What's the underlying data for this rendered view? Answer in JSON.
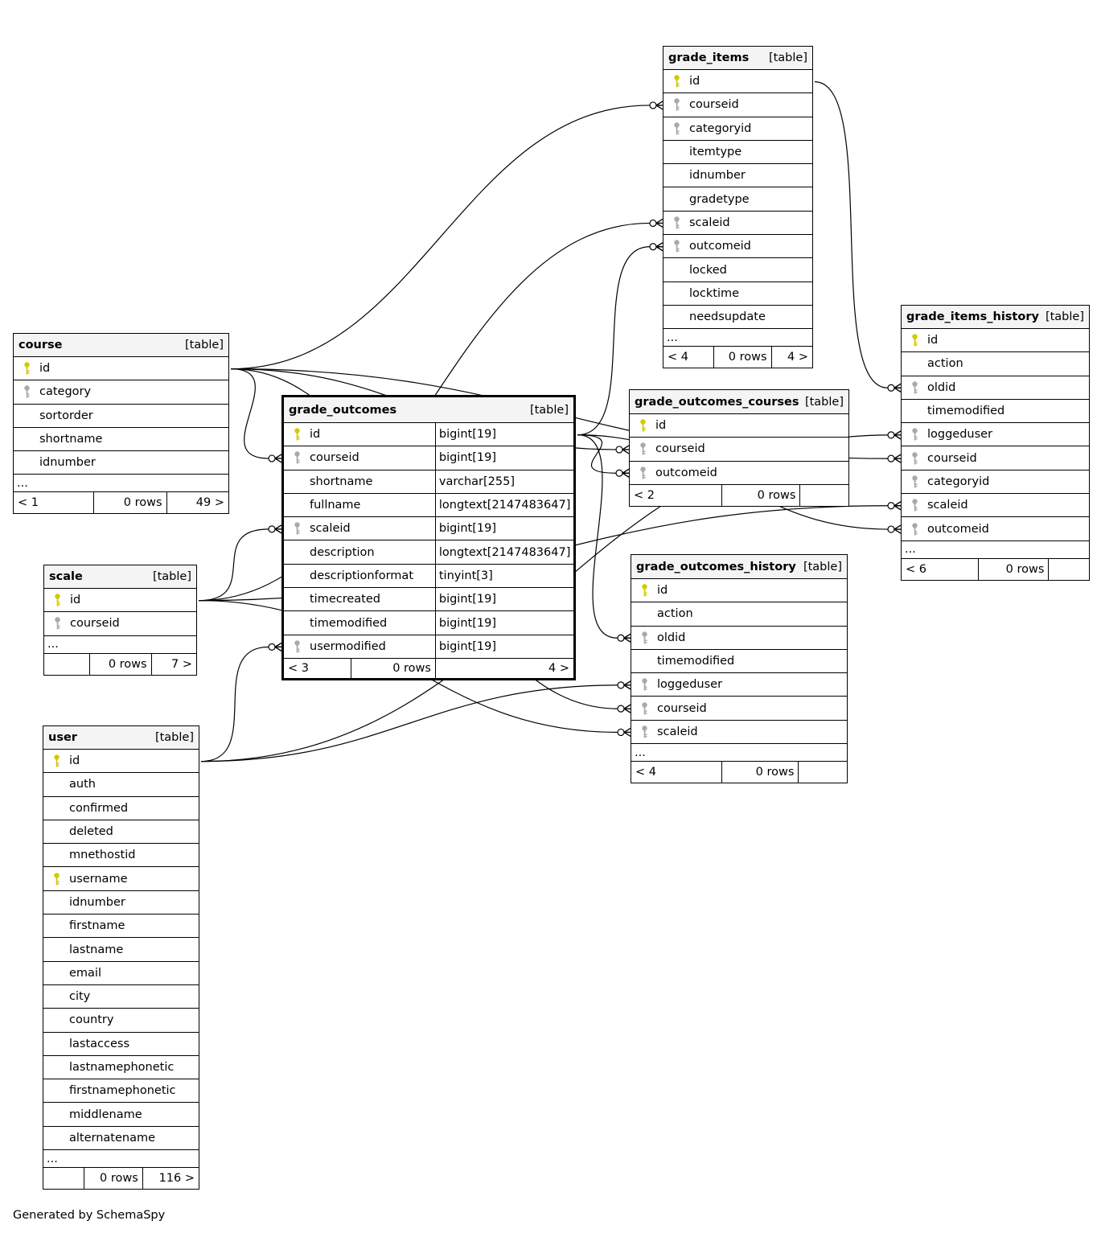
{
  "colors": {
    "primary_key": "#d4c800",
    "foreign_key": "#a9a9a9",
    "header_bg": "#f4f4f4",
    "line": "#000000"
  },
  "tables": [
    {
      "id": "grade_items",
      "name": "grade_items",
      "type": "[table]",
      "columns": [
        {
          "name": "id",
          "key": "primary-key-icon"
        },
        {
          "name": "courseid",
          "key": "foreign-key-icon"
        },
        {
          "name": "categoryid",
          "key": "foreign-key-icon"
        },
        {
          "name": "itemtype",
          "key": null
        },
        {
          "name": "idnumber",
          "key": null
        },
        {
          "name": "gradetype",
          "key": null
        },
        {
          "name": "scaleid",
          "key": "foreign-key-icon"
        },
        {
          "name": "outcomeid",
          "key": "foreign-key-icon"
        },
        {
          "name": "locked",
          "key": null
        },
        {
          "name": "locktime",
          "key": null
        },
        {
          "name": "needsupdate",
          "key": null
        }
      ],
      "more": "...",
      "footer": [
        "< 4",
        "0 rows",
        "4 >"
      ]
    },
    {
      "id": "course",
      "name": "course",
      "type": "[table]",
      "columns": [
        {
          "name": "id",
          "key": "primary-key-icon"
        },
        {
          "name": "category",
          "key": "foreign-key-icon"
        },
        {
          "name": "sortorder",
          "key": null
        },
        {
          "name": "shortname",
          "key": null
        },
        {
          "name": "idnumber",
          "key": null
        }
      ],
      "more": "...",
      "footer": [
        "< 1",
        "0 rows",
        "49 >"
      ]
    },
    {
      "id": "grade_outcomes",
      "name": "grade_outcomes",
      "type": "[table]",
      "focus": true,
      "columns": [
        {
          "name": "id",
          "key": "primary-key-icon",
          "dtype": "bigint[19]"
        },
        {
          "name": "courseid",
          "key": "foreign-key-icon",
          "dtype": "bigint[19]"
        },
        {
          "name": "shortname",
          "key": null,
          "dtype": "varchar[255]"
        },
        {
          "name": "fullname",
          "key": null,
          "dtype": "longtext[2147483647]"
        },
        {
          "name": "scaleid",
          "key": "foreign-key-icon",
          "dtype": "bigint[19]"
        },
        {
          "name": "description",
          "key": null,
          "dtype": "longtext[2147483647]"
        },
        {
          "name": "descriptionformat",
          "key": null,
          "dtype": "tinyint[3]"
        },
        {
          "name": "timecreated",
          "key": null,
          "dtype": "bigint[19]"
        },
        {
          "name": "timemodified",
          "key": null,
          "dtype": "bigint[19]"
        },
        {
          "name": "usermodified",
          "key": "foreign-key-icon",
          "dtype": "bigint[19]"
        }
      ],
      "more": "",
      "footer": [
        "< 3",
        "0 rows",
        "4 >"
      ]
    },
    {
      "id": "grade_outcomes_courses",
      "name": "grade_outcomes_courses",
      "type": "[table]",
      "columns": [
        {
          "name": "id",
          "key": "primary-key-icon"
        },
        {
          "name": "courseid",
          "key": "foreign-key-icon"
        },
        {
          "name": "outcomeid",
          "key": "foreign-key-icon"
        }
      ],
      "more": "",
      "footer": [
        "< 2",
        "0 rows",
        ""
      ]
    },
    {
      "id": "grade_items_history",
      "name": "grade_items_history",
      "type": "[table]",
      "columns": [
        {
          "name": "id",
          "key": "primary-key-icon"
        },
        {
          "name": "action",
          "key": null
        },
        {
          "name": "oldid",
          "key": "foreign-key-icon"
        },
        {
          "name": "timemodified",
          "key": null
        },
        {
          "name": "loggeduser",
          "key": "foreign-key-icon"
        },
        {
          "name": "courseid",
          "key": "foreign-key-icon"
        },
        {
          "name": "categoryid",
          "key": "foreign-key-icon"
        },
        {
          "name": "scaleid",
          "key": "foreign-key-icon"
        },
        {
          "name": "outcomeid",
          "key": "foreign-key-icon"
        }
      ],
      "more": "...",
      "footer": [
        "< 6",
        "0 rows",
        ""
      ]
    },
    {
      "id": "scale",
      "name": "scale",
      "type": "[table]",
      "columns": [
        {
          "name": "id",
          "key": "primary-key-icon"
        },
        {
          "name": "courseid",
          "key": "foreign-key-icon"
        }
      ],
      "more": "...",
      "footer": [
        "",
        "0 rows",
        "7 >"
      ]
    },
    {
      "id": "grade_outcomes_history",
      "name": "grade_outcomes_history",
      "type": "[table]",
      "columns": [
        {
          "name": "id",
          "key": "primary-key-icon"
        },
        {
          "name": "action",
          "key": null
        },
        {
          "name": "oldid",
          "key": "foreign-key-icon"
        },
        {
          "name": "timemodified",
          "key": null
        },
        {
          "name": "loggeduser",
          "key": "foreign-key-icon"
        },
        {
          "name": "courseid",
          "key": "foreign-key-icon"
        },
        {
          "name": "scaleid",
          "key": "foreign-key-icon"
        }
      ],
      "more": "...",
      "footer": [
        "< 4",
        "0 rows",
        ""
      ]
    },
    {
      "id": "user",
      "name": "user",
      "type": "[table]",
      "columns": [
        {
          "name": "id",
          "key": "primary-key-icon"
        },
        {
          "name": "auth",
          "key": null
        },
        {
          "name": "confirmed",
          "key": null
        },
        {
          "name": "deleted",
          "key": null
        },
        {
          "name": "mnethostid",
          "key": null
        },
        {
          "name": "username",
          "key": "primary-key-icon"
        },
        {
          "name": "idnumber",
          "key": null
        },
        {
          "name": "firstname",
          "key": null
        },
        {
          "name": "lastname",
          "key": null
        },
        {
          "name": "email",
          "key": null
        },
        {
          "name": "city",
          "key": null
        },
        {
          "name": "country",
          "key": null
        },
        {
          "name": "lastaccess",
          "key": null
        },
        {
          "name": "lastnamephonetic",
          "key": null
        },
        {
          "name": "firstnamephonetic",
          "key": null
        },
        {
          "name": "middlename",
          "key": null
        },
        {
          "name": "alternatename",
          "key": null
        }
      ],
      "more": "...",
      "footer": [
        "",
        "0 rows",
        "116 >"
      ]
    }
  ],
  "relationships": [
    {
      "from": "course.id",
      "to": "grade_items.courseid"
    },
    {
      "from": "course.id",
      "to": "grade_outcomes.courseid"
    },
    {
      "from": "course.id",
      "to": "grade_outcomes_courses.courseid"
    },
    {
      "from": "course.id",
      "to": "grade_items_history.courseid"
    },
    {
      "from": "course.id",
      "to": "grade_outcomes_history.courseid"
    },
    {
      "from": "scale.id",
      "to": "grade_items.scaleid"
    },
    {
      "from": "scale.id",
      "to": "grade_outcomes.scaleid"
    },
    {
      "from": "scale.id",
      "to": "grade_items_history.scaleid"
    },
    {
      "from": "scale.id",
      "to": "grade_outcomes_history.scaleid"
    },
    {
      "from": "user.id",
      "to": "grade_outcomes.usermodified"
    },
    {
      "from": "user.id",
      "to": "grade_items_history.loggeduser"
    },
    {
      "from": "user.id",
      "to": "grade_outcomes_history.loggeduser"
    },
    {
      "from": "grade_items.id",
      "to": "grade_items_history.oldid"
    },
    {
      "from": "grade_outcomes.id",
      "to": "grade_items.outcomeid"
    },
    {
      "from": "grade_outcomes.id",
      "to": "grade_outcomes_courses.outcomeid"
    },
    {
      "from": "grade_outcomes.id",
      "to": "grade_items_history.outcomeid"
    },
    {
      "from": "grade_outcomes.id",
      "to": "grade_outcomes_history.oldid"
    }
  ],
  "credit": "Generated by SchemaSpy"
}
